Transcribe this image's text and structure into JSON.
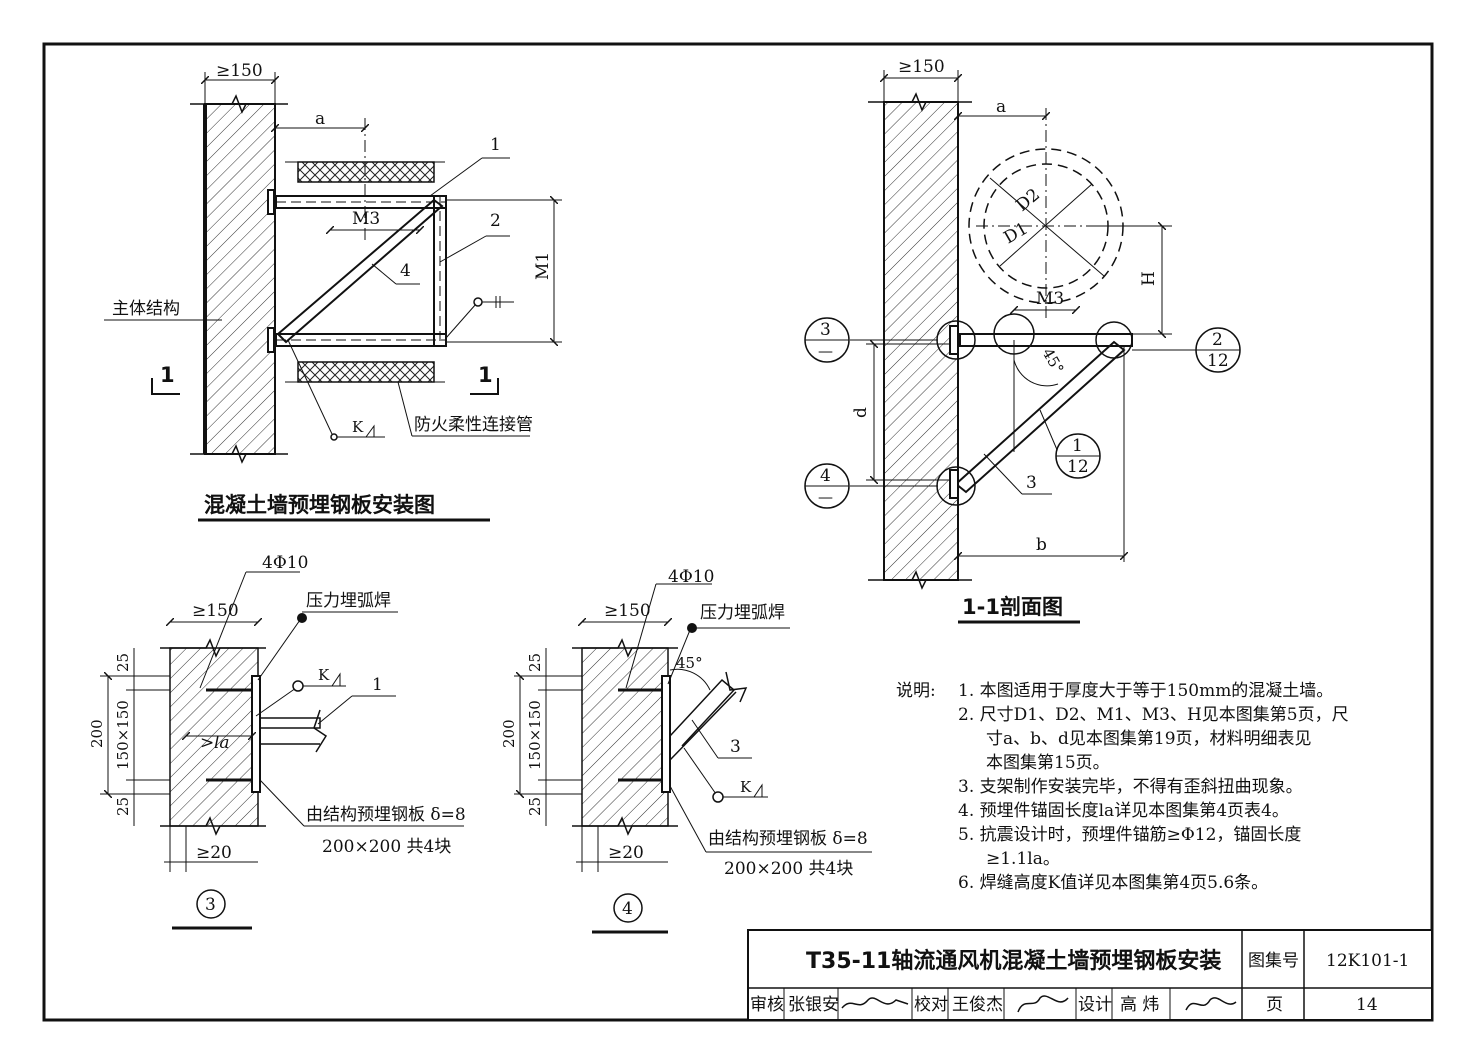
{
  "colors": {
    "ink": "#111111",
    "background": "#ffffff"
  },
  "view_main": {
    "dim_wall": "≥150",
    "dim_a": "a",
    "dim_m3": "M3",
    "dim_m1": "M1",
    "label_1": "1",
    "label_2": "2",
    "label_4": "4",
    "structure_label": "主体结构",
    "section_mark": "1",
    "weld_k": "K",
    "flex_pipe_label": "防火柔性连接管",
    "title": "混凝土墙预埋钢板安装图"
  },
  "view_section": {
    "dim_wall": "≥150",
    "dim_a": "a",
    "dim_d1": "D1",
    "dim_d2": "D2",
    "dim_m3": "M3",
    "dim_h": "H",
    "dim_d": "d",
    "dim_b": "b",
    "angle": "45°",
    "label_3": "3",
    "callout_3": {
      "num": "3",
      "ref": "—"
    },
    "callout_4": {
      "num": "4",
      "ref": "—"
    },
    "callout_2": {
      "num": "2",
      "ref": "12"
    },
    "callout_1": {
      "num": "1",
      "ref": "12"
    },
    "title": "1-1剖面图"
  },
  "detail_3": {
    "rebar": "4Φ10",
    "weld_label": "压力埋弧焊",
    "dim_wall": "≥150",
    "dim_25a": "25",
    "dim_25b": "25",
    "dim_200": "200",
    "dim_150": "150×150",
    "anchor_prefix": ">",
    "anchor_len": "la",
    "weld_k": "K",
    "label_1": "1",
    "plate_label": "由结构预埋钢板 δ=8",
    "plate_size": "200×200 共4块",
    "dim_20": "≥20",
    "detail_num": "3"
  },
  "detail_4": {
    "rebar": "4Φ10",
    "weld_label": "压力埋弧焊",
    "dim_wall": "≥150",
    "dim_25a": "25",
    "dim_25b": "25",
    "dim_200": "200",
    "dim_150": "150×150",
    "angle": "45°",
    "label_3": "3",
    "weld_k": "K",
    "plate_label": "由结构预埋钢板 δ=8",
    "plate_size": "200×200 共4块",
    "dim_20": "≥20",
    "detail_num": "4"
  },
  "notes": {
    "heading": "说明:",
    "items": [
      "1. 本图适用于厚度大于等于150mm的混凝土墙。",
      "2. 尺寸D1、D2、M1、M3、H见本图集第5页，尺",
      "寸a、b、d见本图集第19页，材料明细表见",
      "本图集第15页。",
      "3. 支架制作安装完毕，不得有歪斜扭曲现象。",
      "4. 预埋件锚固长度la详见本图集第4页表4。",
      "5. 抗震设计时，预埋件锚筋≥Φ12，锚固长度",
      "≥1.1la。",
      "6. 焊缝高度K值详见本图集第4页5.6条。"
    ]
  },
  "title_block": {
    "title": "T35-11轴流通风机混凝土墙预埋钢板安装",
    "atlas_label": "图集号",
    "atlas_no": "12K101-1",
    "review_label": "审核",
    "reviewer": "张银安",
    "check_label": "校对",
    "checker": "王俊杰",
    "design_label": "设计",
    "designer": "高 炜",
    "page_label": "页",
    "page_no": "14"
  }
}
